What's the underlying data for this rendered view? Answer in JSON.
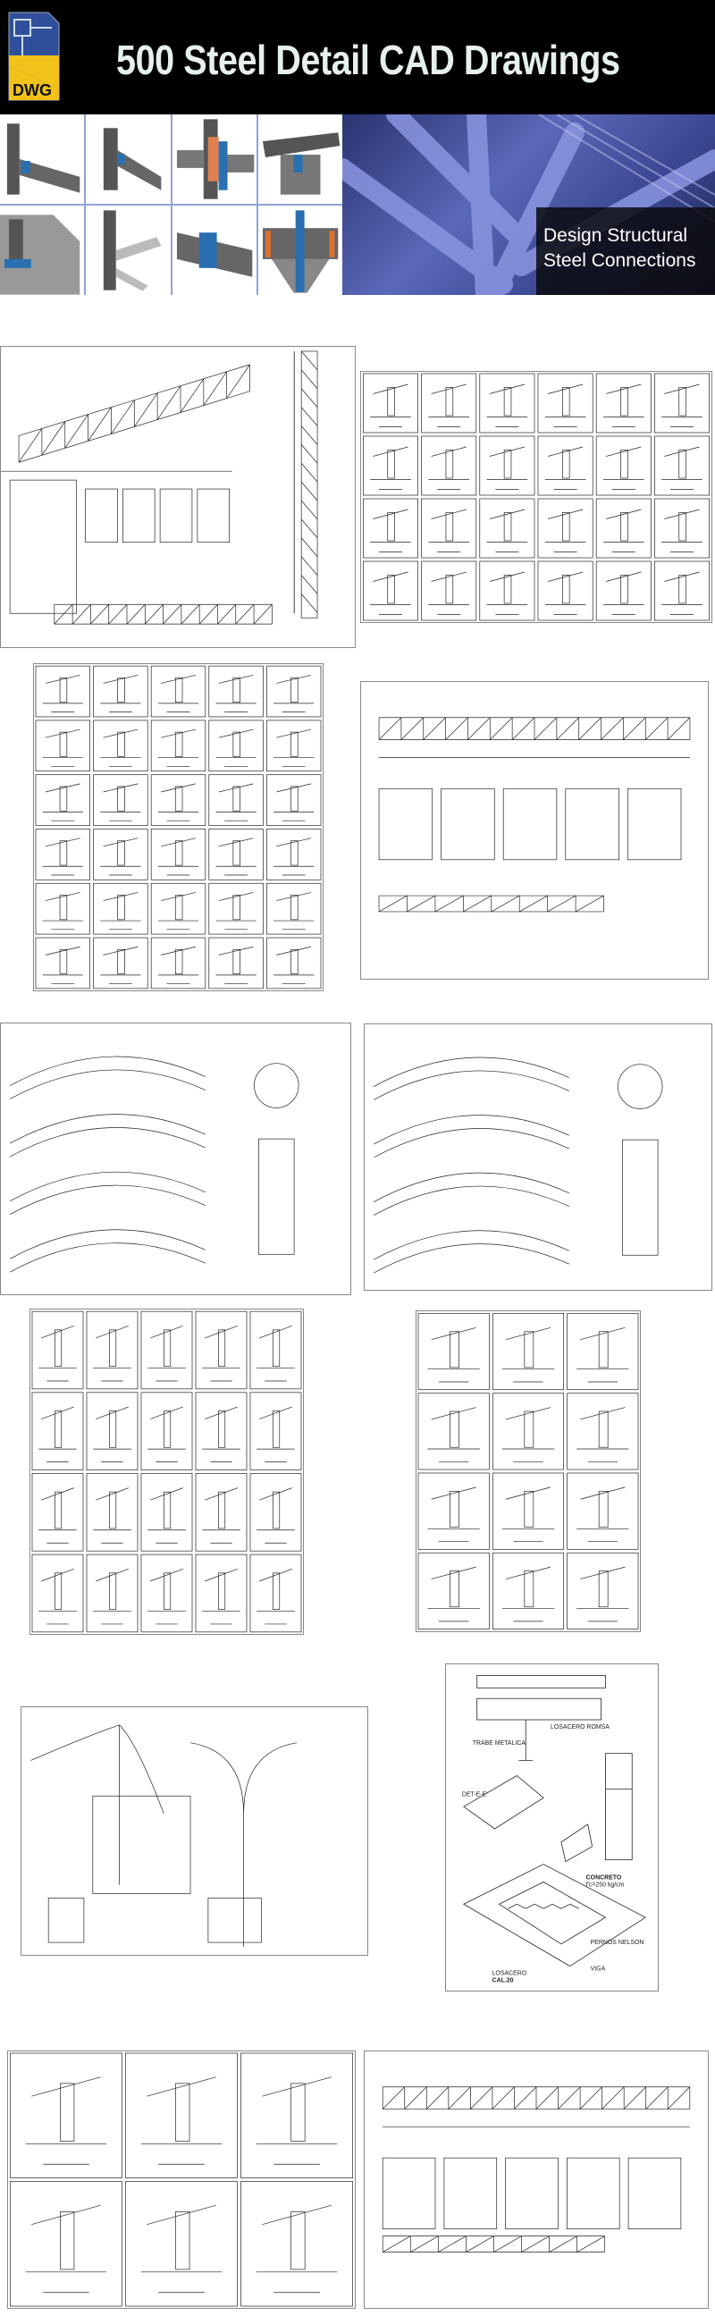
{
  "header": {
    "logo_text": "DWG",
    "title": "500 Steel Detail CAD Drawings"
  },
  "banner": {
    "caption_line1": "Design Structural",
    "caption_line2": "Steel Connections"
  },
  "panels": {
    "deck_detail": {
      "label_trabe": "TRABE METALICA",
      "label_losacero_romsa": "LOSACERO ROMSA",
      "label_det": "DET-E-E'",
      "label_concreto": "CONCRETO",
      "label_fc": "f'c=250 kg/cm",
      "label_pernos": "PERNOS NELSON",
      "label_losacero": "LOSACERO",
      "label_cal": "CAL.20",
      "label_viga": "VIGA"
    }
  },
  "colors": {
    "header_bg": "#000000",
    "title": "#e6f0ee",
    "logo_yellow": "#f2c21a",
    "logo_blue": "#2f4f9a",
    "steel_blue": "#4a58a8"
  }
}
